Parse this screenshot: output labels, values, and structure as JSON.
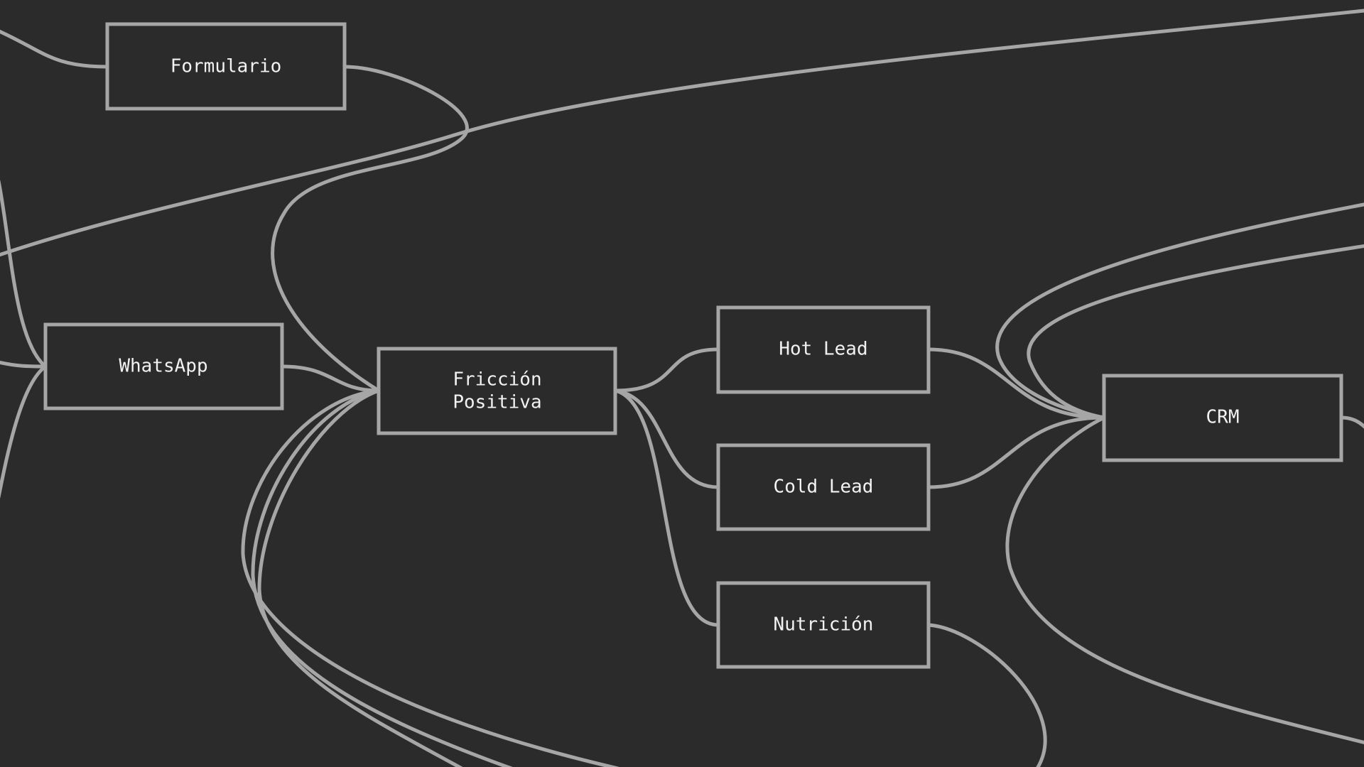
{
  "diagram": {
    "nodes": [
      {
        "id": "formulario",
        "lines": [
          "Formulario"
        ]
      },
      {
        "id": "whatsapp",
        "lines": [
          "WhatsApp"
        ]
      },
      {
        "id": "friccion-positiva",
        "lines": [
          "Fricción",
          "Positiva"
        ]
      },
      {
        "id": "hot-lead",
        "lines": [
          "Hot Lead"
        ]
      },
      {
        "id": "cold-lead",
        "lines": [
          "Cold Lead"
        ]
      },
      {
        "id": "nutricion",
        "lines": [
          "Nutrición"
        ]
      },
      {
        "id": "crm",
        "lines": [
          "CRM"
        ]
      }
    ],
    "edges": [
      {
        "from": "whatsapp",
        "to": "friccion-positiva"
      },
      {
        "from": "formulario",
        "to": "friccion-positiva"
      },
      {
        "from": "friccion-positiva",
        "to": "hot-lead"
      },
      {
        "from": "friccion-positiva",
        "to": "cold-lead"
      },
      {
        "from": "friccion-positiva",
        "to": "nutricion"
      },
      {
        "from": "hot-lead",
        "to": "crm"
      },
      {
        "from": "cold-lead",
        "to": "crm"
      }
    ]
  },
  "colors": {
    "background": "#2b2b2b",
    "stroke": "#a6a6a6",
    "text": "#f2f2f2"
  }
}
